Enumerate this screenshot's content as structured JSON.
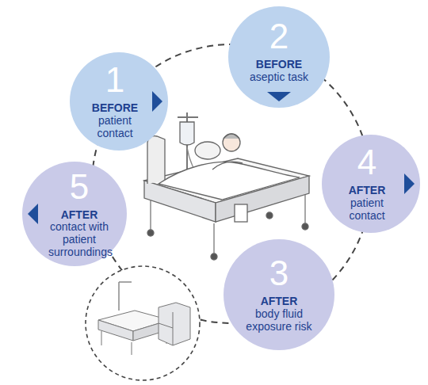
{
  "diagram": {
    "nodes": [
      {
        "text": [
          "1",
          "BEFORE",
          "patient contact"
        ]
      },
      {
        "text": [
          "2",
          "BEFORE",
          "aseptic task"
        ]
      },
      {
        "text": [
          "4",
          "AFTER",
          "patient contact"
        ]
      },
      {
        "text": [
          "5",
          "AFTER",
          "contact with patient surroundings"
        ]
      },
      {
        "text": [
          "3",
          "AFTER",
          "body fluid exposure risk"
        ]
      }
    ]
  }
}
